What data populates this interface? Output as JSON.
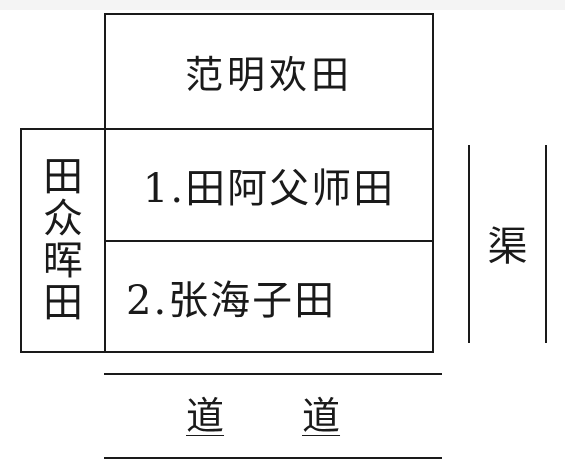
{
  "fields": {
    "top": "范明欢田",
    "row1": "1.田阿父师田",
    "row2": "2.张海子田",
    "left_chars": [
      "田",
      "众",
      "晖",
      "田"
    ]
  },
  "canal": "渠",
  "road": [
    "道",
    "道"
  ]
}
